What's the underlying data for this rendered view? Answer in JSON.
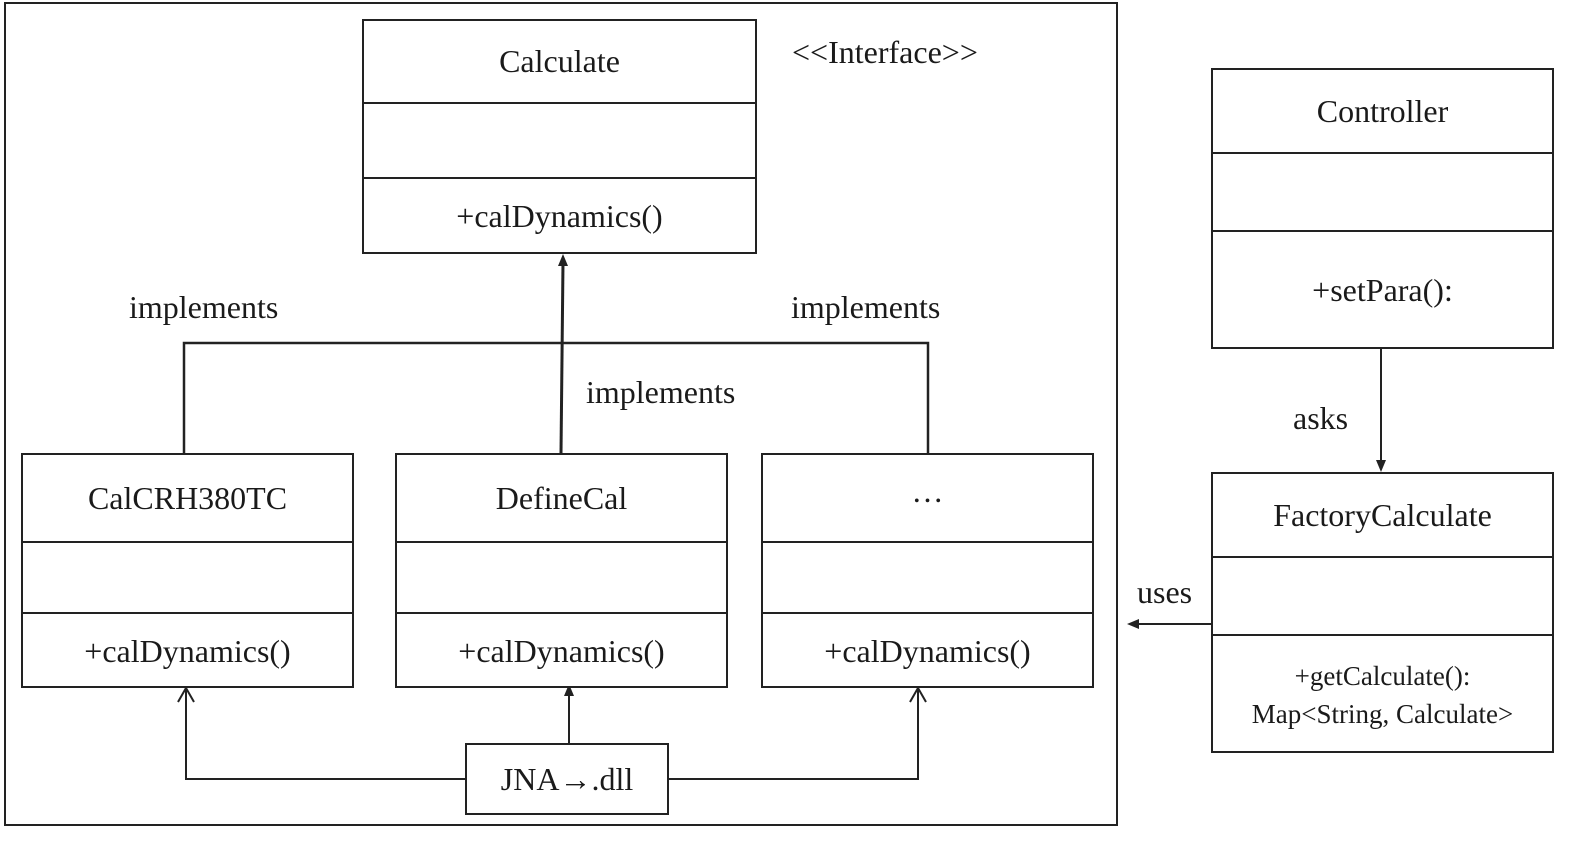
{
  "interface_stereotype": "<<Interface>>",
  "classes": {
    "calculate": {
      "name": "Calculate",
      "method": "+calDynamics()"
    },
    "calcrh380tc": {
      "name": "CalCRH380TC",
      "method": "+calDynamics()"
    },
    "definecal": {
      "name": "DefineCal",
      "method": "+calDynamics()"
    },
    "others": {
      "name": "…",
      "method": "+calDynamics()"
    },
    "controller": {
      "name": "Controller",
      "method": "+setPara():"
    },
    "factory": {
      "name": "FactoryCalculate",
      "method_line1": "+getCalculate():",
      "method_line2": "Map<String, Calculate>"
    }
  },
  "jna_box": "JNA→.dll",
  "relations": {
    "implements_left": "implements",
    "implements_center": "implements",
    "implements_right": "implements",
    "asks": "asks",
    "uses": "uses"
  }
}
